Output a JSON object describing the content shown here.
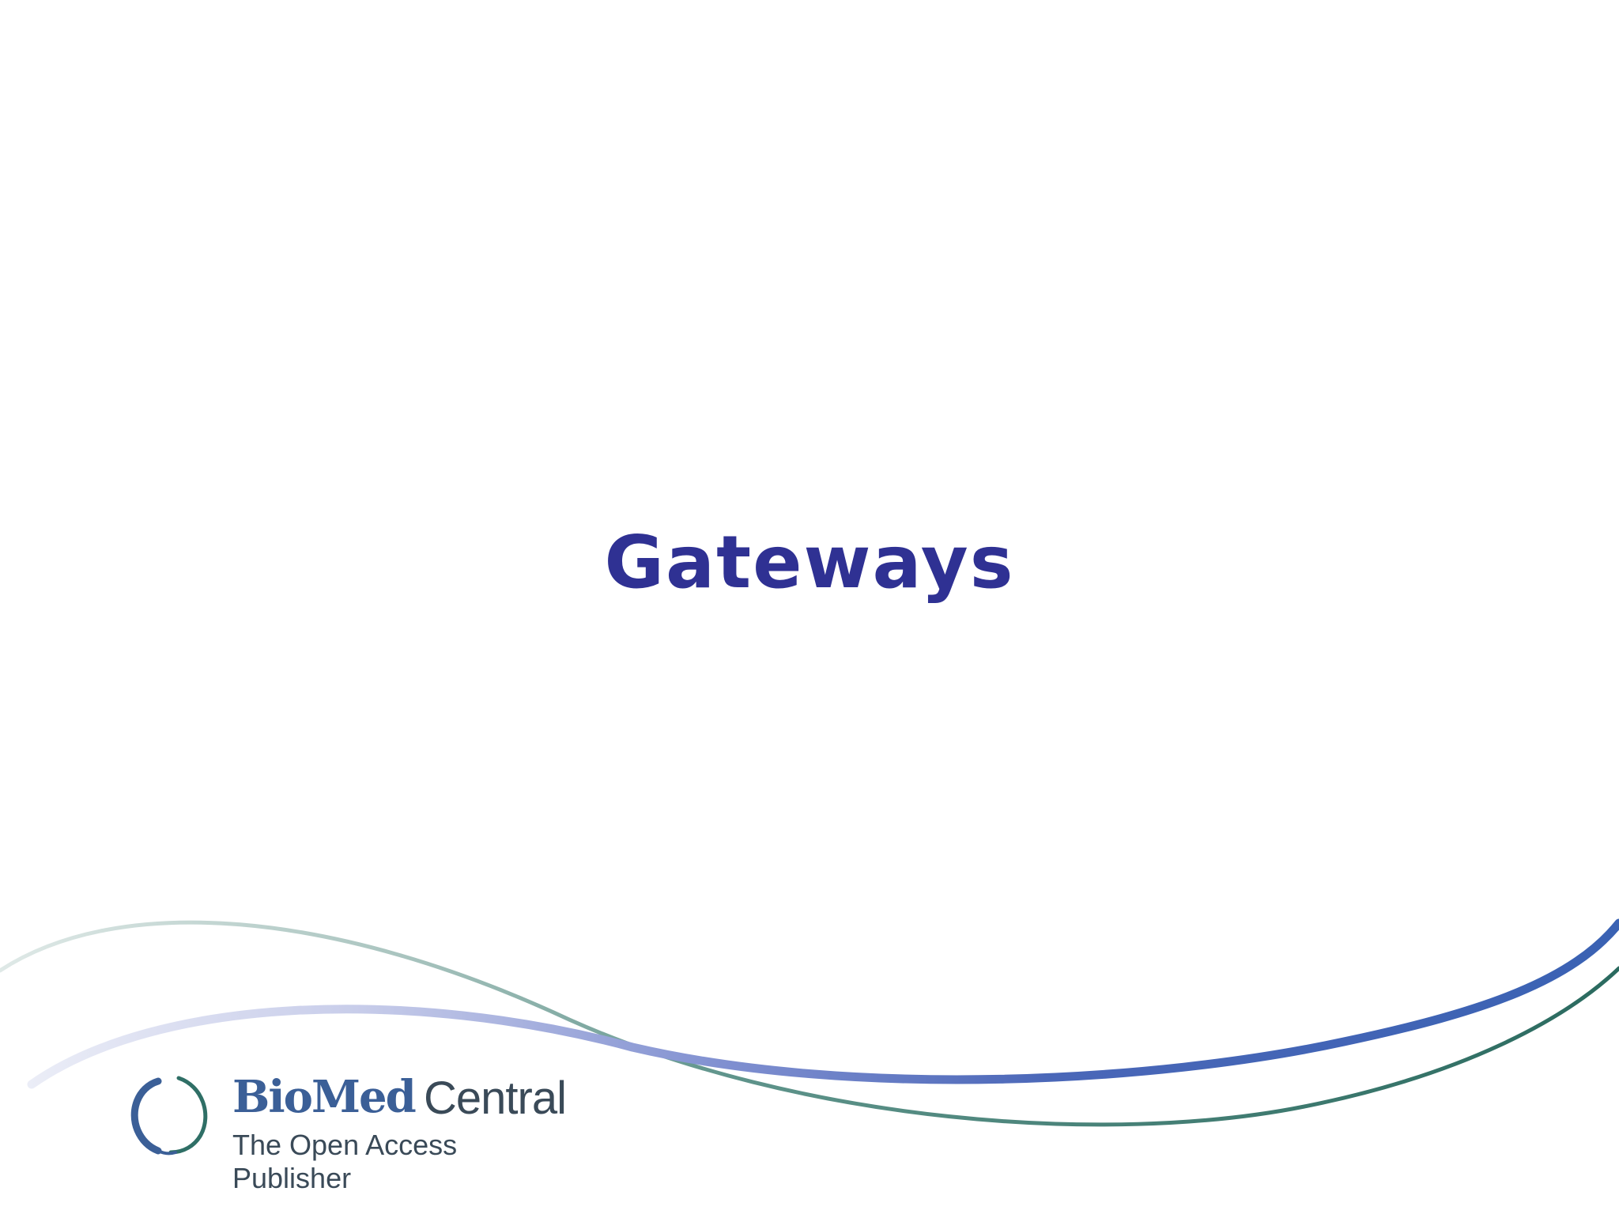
{
  "slide": {
    "title": "Gateways"
  },
  "logo": {
    "brand_part1": "BioMed",
    "brand_part2": "Central",
    "tagline": "The Open Access Publisher"
  },
  "colors": {
    "title": "#2f3193",
    "swoosh_blue": "#3b62b0",
    "swoosh_teal": "#2f6f66",
    "logo_blue": "#3b5f97",
    "logo_text": "#3a4a58"
  }
}
